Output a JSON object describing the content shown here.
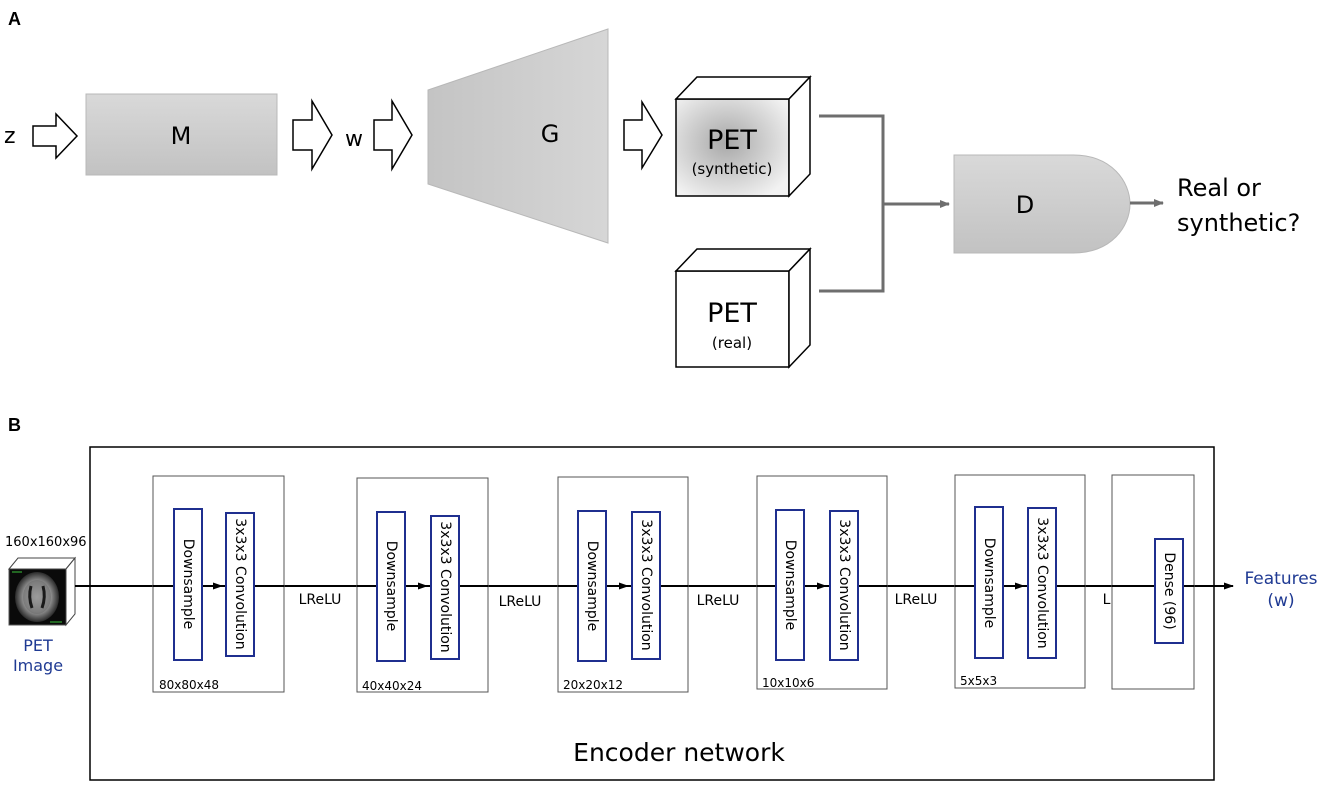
{
  "panel_a": {
    "letter": "A",
    "input_z": "z",
    "mapping": "M",
    "latent_w": "w",
    "generator": "G",
    "pet_synthetic": {
      "title": "PET",
      "subtitle": "(synthetic)"
    },
    "pet_real": {
      "title": "PET",
      "subtitle": "(real)"
    },
    "discriminator": "D",
    "output": {
      "line1": "Real or",
      "line2": "synthetic?"
    }
  },
  "panel_b": {
    "letter": "B",
    "input_dims": "160x160x96",
    "input_label": {
      "line1": "PET",
      "line2": "Image"
    },
    "blocks": [
      {
        "downsample": "Downsample",
        "conv": "3x3x3 Convolution",
        "dims": "80x80x48",
        "activation": "LReLU"
      },
      {
        "downsample": "Downsample",
        "conv": "3x3x3 Convolution",
        "dims": "40x40x24",
        "activation": "LReLU"
      },
      {
        "downsample": "Downsample",
        "conv": "3x3x3 Convolution",
        "dims": "20x20x12",
        "activation": "LReLU"
      },
      {
        "downsample": "Downsample",
        "conv": "3x3x3 Convolution",
        "dims": "10x10x6",
        "activation": "LReLU"
      },
      {
        "downsample": "Downsample",
        "conv": "3x3x3 Convolution",
        "dims": "5x5x3",
        "activation": "LReLU"
      }
    ],
    "dense": "Dense (96)",
    "output_label": {
      "line1": "Features",
      "line2": "(w)"
    },
    "network_label": "Encoder network"
  },
  "colors": {
    "block_fill": "#cfcfcf",
    "conv_stroke": "#1f2f8f",
    "label_blue": "#1f3a93",
    "line_gray": "#6e6e6e"
  }
}
